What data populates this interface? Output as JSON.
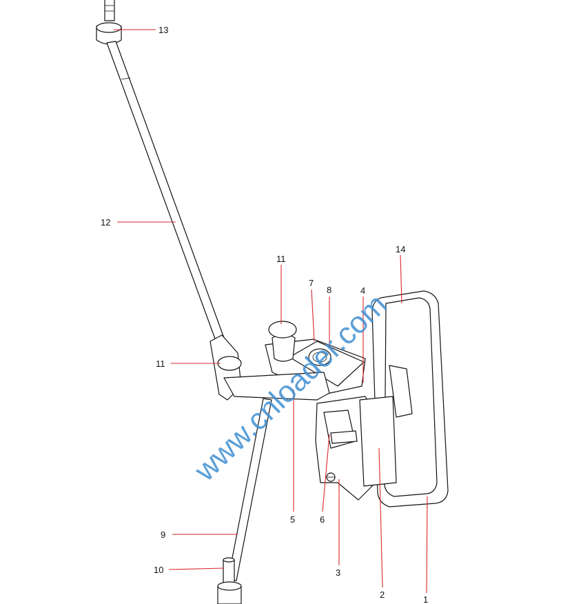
{
  "diagram": {
    "labels": {
      "p13": "13",
      "p12": "12",
      "p11a": "11",
      "p7": "7",
      "p8": "8",
      "p4": "4",
      "p14": "14",
      "p11b": "11",
      "p5": "5",
      "p6": "6",
      "p3": "3",
      "p2": "2",
      "p1": "1",
      "p9": "9",
      "p10": "10"
    },
    "watermark": "www.cnloader.com",
    "colors": {
      "leader": "#d9262b",
      "watermark": "#3f8fd2",
      "line": "#111111"
    }
  }
}
